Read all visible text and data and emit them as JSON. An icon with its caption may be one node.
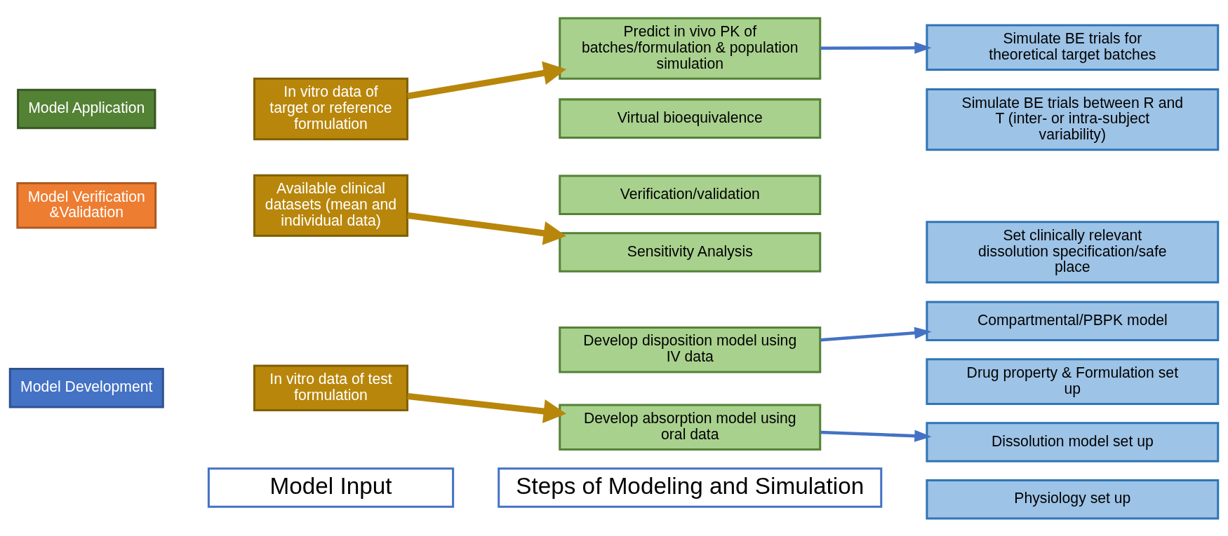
{
  "diagram": {
    "nodes": [
      {
        "text": [
          "Model Input"
        ]
      },
      {
        "text": [
          "Steps of Modeling and Simulation"
        ]
      },
      {
        "text": [
          "Model Development"
        ]
      },
      {
        "text": [
          "In vitro data of test formulation"
        ]
      },
      {
        "text": [
          "Model Verification &Validation"
        ]
      },
      {
        "text": [
          "Available clinical datasets (mean and individual data)"
        ]
      },
      {
        "text": [
          "Model Application"
        ]
      },
      {
        "text": [
          "In vitro data of target or reference formulation"
        ]
      },
      {
        "text": [
          "Develop disposition model using IV data"
        ]
      },
      {
        "text": [
          "Develop absorption model using oral data"
        ]
      },
      {
        "text": [
          "Verification/validation"
        ]
      },
      {
        "text": [
          "Sensitivity Analysis"
        ]
      },
      {
        "text": [
          "Predict in vivo PK of batches/formulation & population simulation"
        ]
      },
      {
        "text": [
          "Virtual bioequivalence"
        ]
      },
      {
        "text": [
          "Compartmental/PBPK model"
        ]
      },
      {
        "text": [
          "Drug property & Formulation set up"
        ]
      },
      {
        "text": [
          "Dissolution model set up"
        ]
      },
      {
        "text": [
          "Physiology set up"
        ]
      },
      {
        "text": [
          "Set clinically relevant dissolution specification/safe place"
        ]
      },
      {
        "text": [
          "Simulate BE trials for theoretical target batches"
        ]
      },
      {
        "text": [
          "Simulate BE trials between R and T (inter- or intra-subject variability)"
        ]
      }
    ],
    "edges": [
      {
        "from": 3,
        "to": 9,
        "arrow": "to",
        "style": "thick",
        "color": "#b8860b"
      },
      {
        "from": 5,
        "to": 11,
        "arrow": "to",
        "style": "thick",
        "color": "#b8860b"
      },
      {
        "from": 7,
        "to": 12,
        "arrow": "to",
        "style": "thick",
        "color": "#b8860b"
      },
      {
        "from": 8,
        "to": 14,
        "arrow": "to",
        "color": "#4472c4"
      },
      {
        "from": 9,
        "to": 16,
        "arrow": "to",
        "color": "#4472c4"
      },
      {
        "from": 12,
        "to": 19,
        "arrow": "to",
        "color": "#4472c4"
      }
    ]
  }
}
